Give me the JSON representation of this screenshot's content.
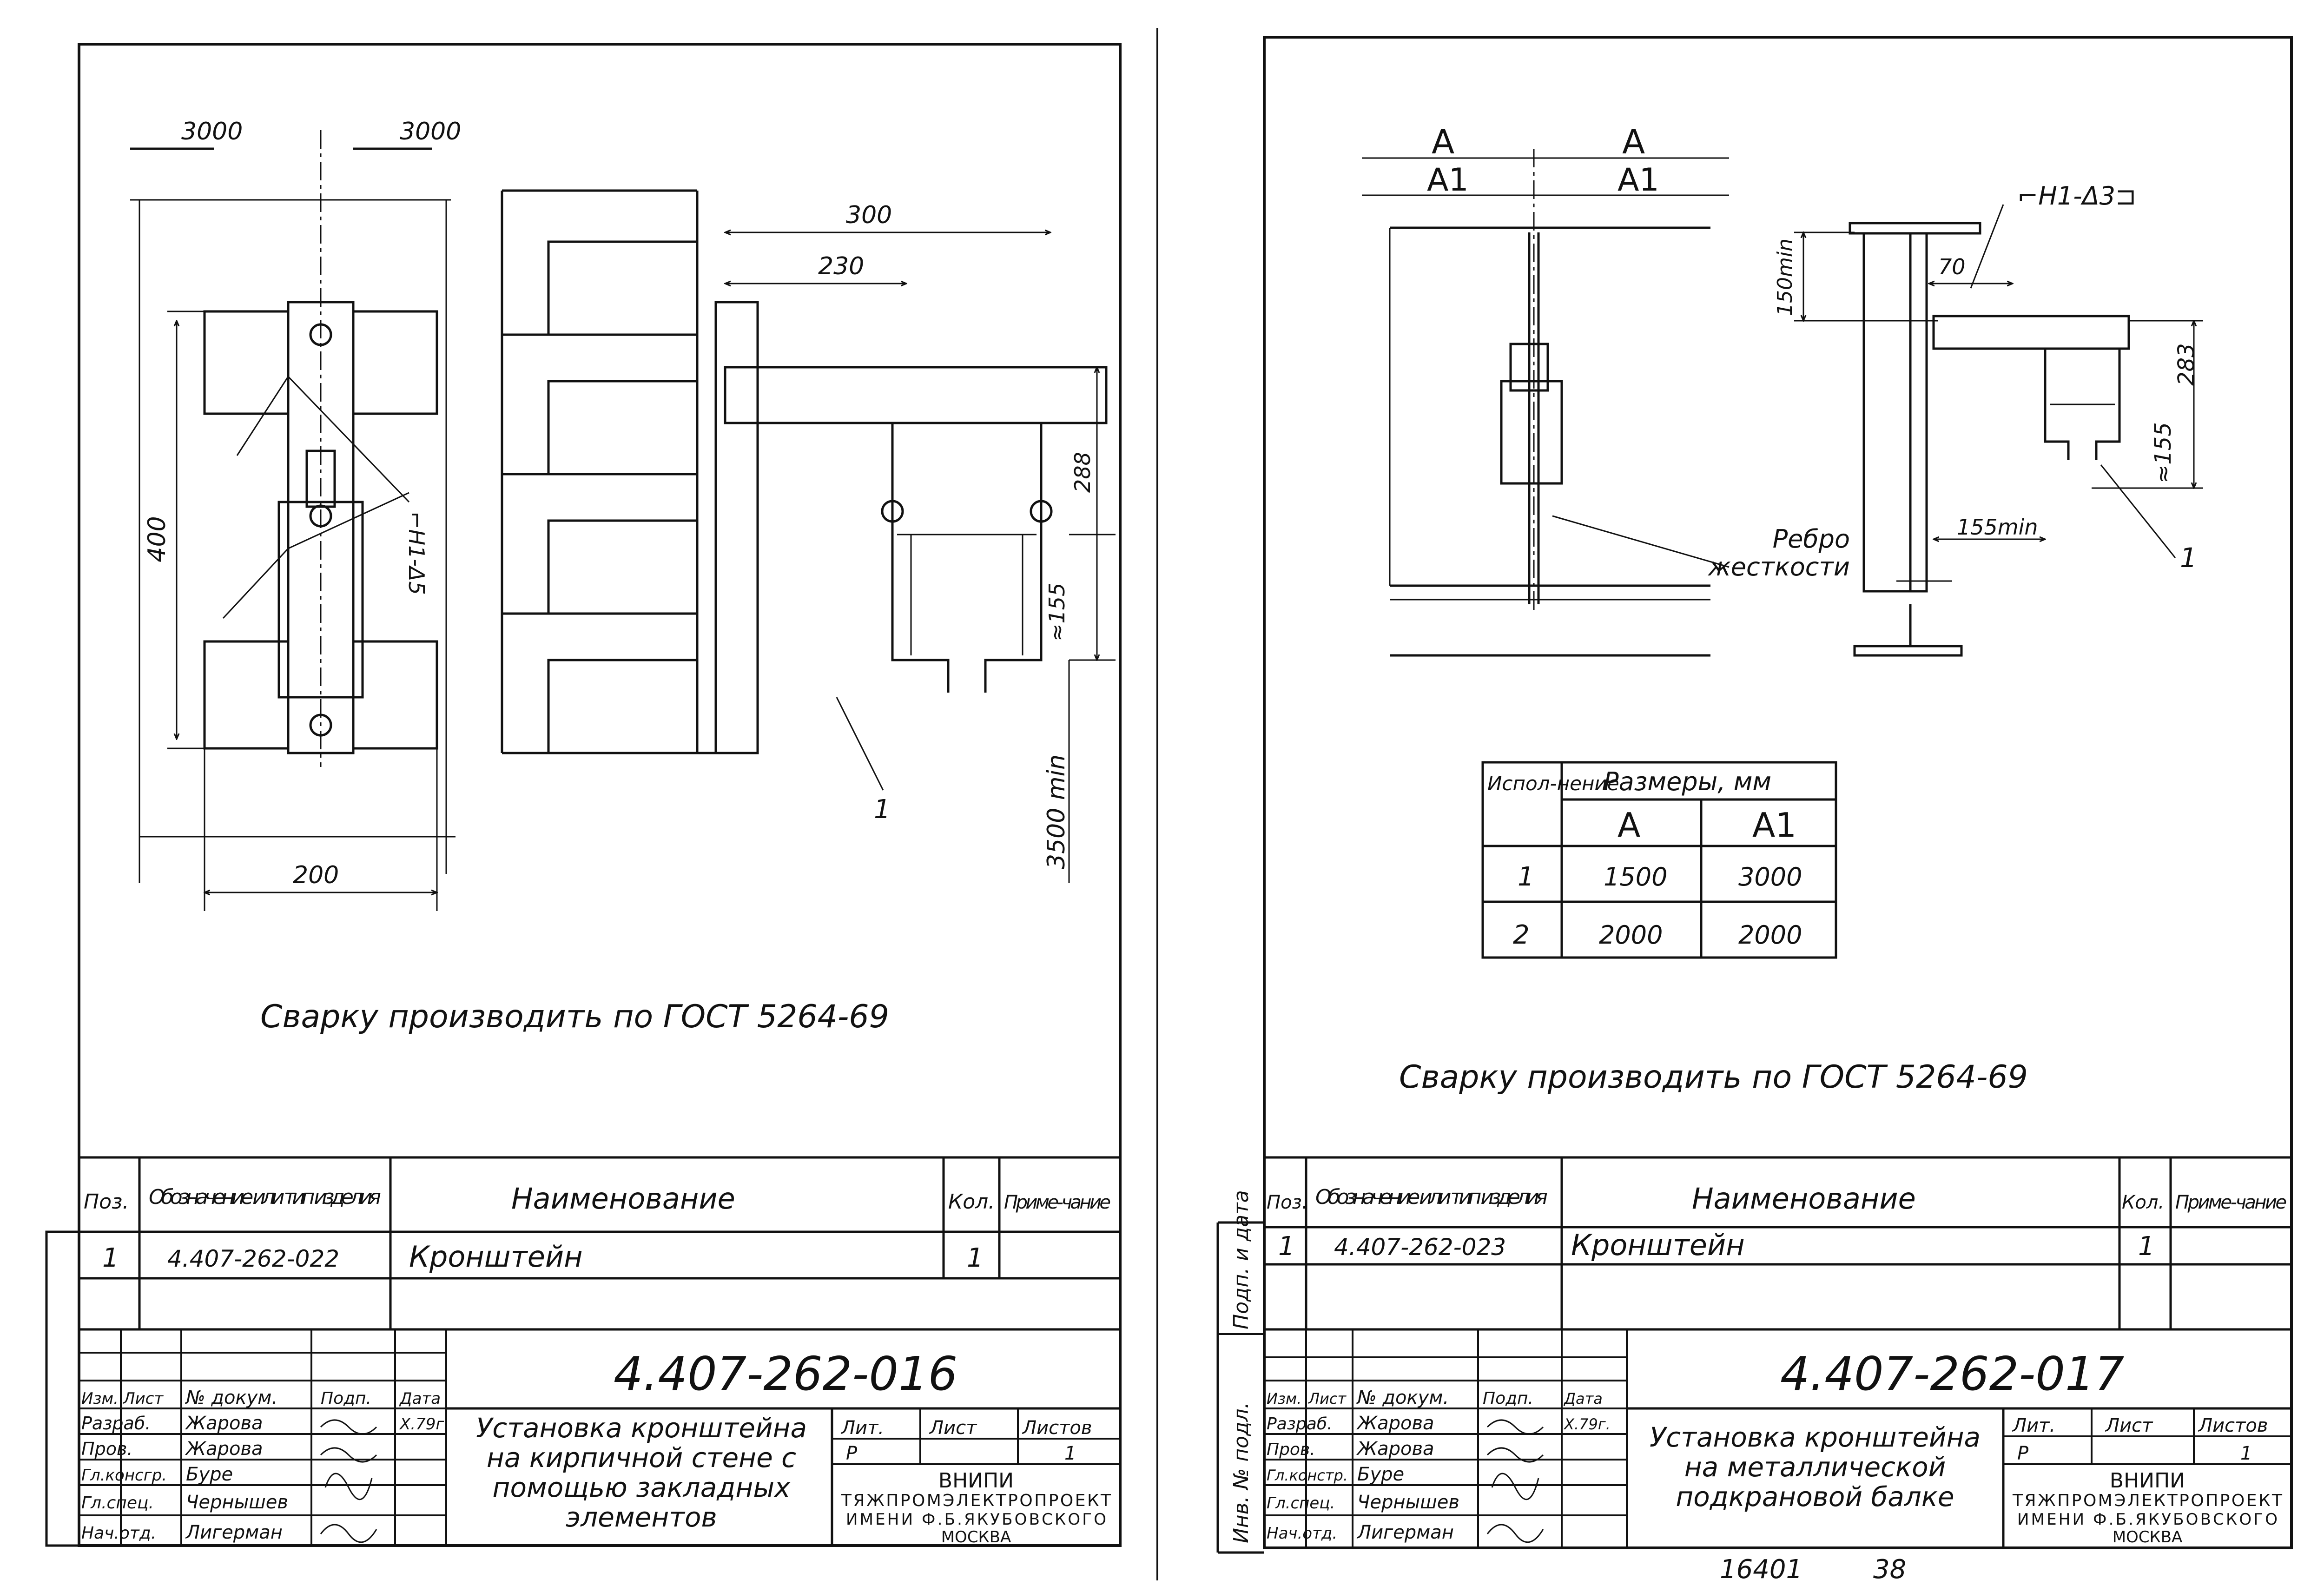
{
  "sheet_left": {
    "dims": {
      "d3000_left": "3000",
      "d3000_right": "3000",
      "d400": "400",
      "d200": "200",
      "weld_note": "⌐H1-Δ5",
      "d300": "300",
      "d230": "230",
      "d288": "288",
      "d155": "≈155",
      "d3500": "3500 min",
      "pos1": "1"
    },
    "note": "Сварку производить по ГОСТ 5264-69",
    "spec": {
      "headers": {
        "pos": "Поз.",
        "designation": "Обозначение или тип изделия",
        "name": "Наименование",
        "qty": "Кол.",
        "remark": "Приме-чание"
      },
      "rows": [
        {
          "pos": "1",
          "designation": "4.407-262-022",
          "name": "Кронштейн",
          "qty": "1"
        }
      ]
    },
    "stamp": {
      "code": "4.407-262-016",
      "title": "Установка кронштейна на кирпичной стене с помощью закладных элементов",
      "col_headers": [
        "Изм.",
        "Лист",
        "№ докум.",
        "Подп.",
        "Дата"
      ],
      "people": [
        {
          "role": "Разраб.",
          "name": "Жарова",
          "date": "X.79г."
        },
        {
          "role": "Пров.",
          "name": "Жарова"
        },
        {
          "role": "Гл.консгр.",
          "name": "Буре"
        },
        {
          "role": "Гл.спец.",
          "name": "Чернышев"
        },
        {
          "role": "Нач.отд.",
          "name": "Лигерман"
        }
      ],
      "lit_label": "Лит.",
      "sheet_label": "Лист",
      "sheets_label": "Листов",
      "lit_value": "Р",
      "sheets_value": "1",
      "org": [
        "ВНИПИ",
        "ТЯЖПРОМЭЛЕКТРОПРОЕКТ",
        "ИМЕНИ Ф.Б.ЯКУБОВСКОГО",
        "МОСКВА"
      ]
    }
  },
  "sheet_right": {
    "dims": {
      "a_left": "A",
      "a_right": "A",
      "a1_left": "A1",
      "a1_right": "A1",
      "weld_note": "⌐H1-Δ3⊐",
      "d150": "150min",
      "d70": "70",
      "d283": "283",
      "d155": "≈155",
      "d155min": "155min",
      "rib_label": "Ребро жесткости",
      "pos1": "1"
    },
    "table": {
      "col1": "Испол-нение",
      "group": "Размеры, мм",
      "a": "A",
      "a1": "A1",
      "rows": [
        {
          "exec": "1",
          "a": "1500",
          "a1": "3000"
        },
        {
          "exec": "2",
          "a": "2000",
          "a1": "2000"
        }
      ]
    },
    "note": "Сварку производить по ГОСТ 5264-69",
    "spec": {
      "headers": {
        "pos": "Поз.",
        "designation": "Обозначение или тип изделия",
        "name": "Наименование",
        "qty": "Кол.",
        "remark": "Приме-чание"
      },
      "rows": [
        {
          "pos": "1",
          "designation": "4.407-262-023",
          "name": "Кронштейн",
          "qty": "1"
        }
      ]
    },
    "side_labels": {
      "sign_date": "Подп. и дата",
      "inv_no": "Инв. № подл."
    },
    "stamp": {
      "code": "4.407-262-017",
      "title": "Установка кронштейна на металлической подкрановой балке",
      "col_headers": [
        "Изм.",
        "Лист",
        "№ докум.",
        "Подп.",
        "Дата"
      ],
      "people": [
        {
          "role": "Разраб.",
          "name": "Жарова",
          "date": "X.79г."
        },
        {
          "role": "Пров.",
          "name": "Жарова"
        },
        {
          "role": "Гл.констр.",
          "name": "Буре"
        },
        {
          "role": "Гл.спец.",
          "name": "Чернышев"
        },
        {
          "role": "Нач.отд.",
          "name": "Лигерман"
        }
      ],
      "lit_label": "Лит.",
      "sheet_label": "Лист",
      "sheets_label": "Листов",
      "lit_value": "Р",
      "sheets_value": "1",
      "org": [
        "ВНИПИ",
        "ТЯЖПРОМЭЛЕКТРОПРОЕКТ",
        "ИМЕНИ Ф.Б.ЯКУБОВСКОГО",
        "МОСКВА"
      ]
    },
    "footer": {
      "archive_no": "16401",
      "page": "38"
    }
  }
}
